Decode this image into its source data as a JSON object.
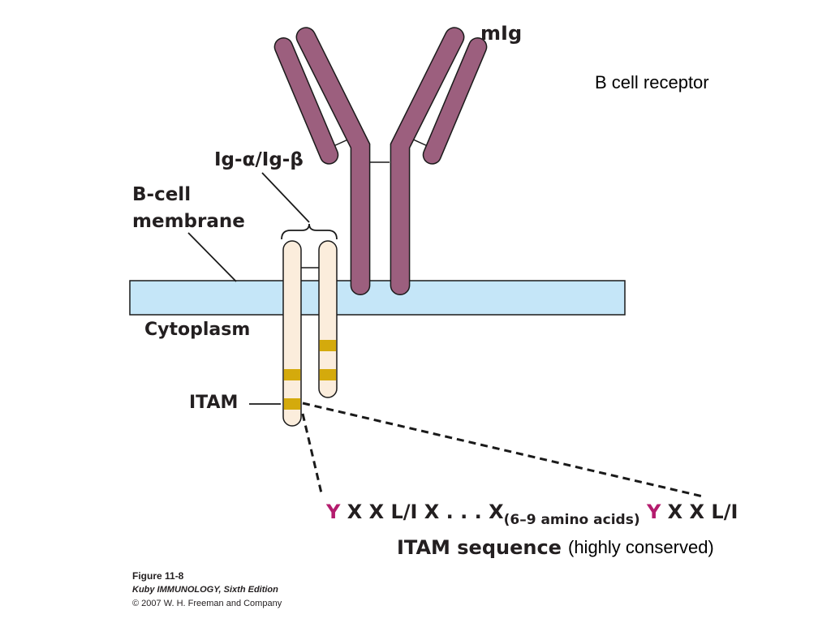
{
  "title": "B cell receptor",
  "labels": {
    "mig": "mIg",
    "ig_alpha_beta": "Ig-α/Ig-β",
    "b_cell_line1": "B-cell",
    "b_cell_line2": "membrane",
    "cytoplasm": "Cytoplasm",
    "itam": "ITAM"
  },
  "itam_sequence": {
    "y1": "Y",
    "part1": " X X L/I X . . . X",
    "subscript": "(6–9 amino acids)",
    "y2": " Y",
    "part2": " X X L/I",
    "label": "ITAM sequence",
    "note": "(highly conserved)"
  },
  "credit": {
    "figure": "Figure 11-8",
    "book": "Kuby IMMUNOLOGY, Sixth Edition",
    "copyright": "© 2007 W. H. Freeman and Company"
  },
  "colors": {
    "antibody": "#9c5f7e",
    "membrane": "#c5e6f8",
    "chain_fill": "#fbeddc",
    "itam_motif": "#d4aa0c",
    "tyrosine": "#b41c6e"
  }
}
